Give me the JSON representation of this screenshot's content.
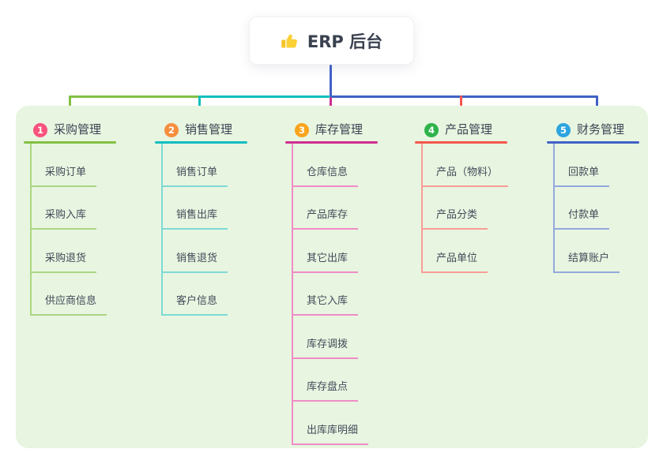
{
  "root": {
    "title": "ERP 后台",
    "icon": "thumbs-up"
  },
  "colors": {
    "root_line": "#4161c6",
    "panel_background": "#e8f5e0",
    "text_dark": "#3b4454",
    "text_child": "#414b5a"
  },
  "branches": [
    {
      "index": "1",
      "title": "采购管理",
      "color": "#82c043",
      "badge_color": "#f8537d",
      "child_color": "#abd682",
      "children": [
        "采购订单",
        "采购入库",
        "采购退货",
        "供应商信息"
      ]
    },
    {
      "index": "2",
      "title": "销售管理",
      "color": "#10bec0",
      "badge_color": "#f78e3e",
      "child_color": "#7edad5",
      "children": [
        "销售订单",
        "销售出库",
        "销售退货",
        "客户信息"
      ]
    },
    {
      "index": "3",
      "title": "库存管理",
      "color": "#ce2d90",
      "badge_color": "#f9a41c",
      "child_color": "#ef8cc6",
      "children": [
        "仓库信息",
        "产品库存",
        "其它出库",
        "其它入库",
        "库存调拨",
        "库存盘点",
        "出库库明细"
      ]
    },
    {
      "index": "4",
      "title": "产品管理",
      "color": "#f5564e",
      "badge_color": "#2eb34a",
      "child_color": "#f89d97",
      "children": [
        "产品（物料）",
        "产品分类",
        "产品单位"
      ]
    },
    {
      "index": "5",
      "title": "财务管理",
      "color": "#4161c6",
      "badge_color": "#2ca5df",
      "child_color": "#93a8df",
      "children": [
        "回款单",
        "付款单",
        "结算账户"
      ]
    }
  ]
}
